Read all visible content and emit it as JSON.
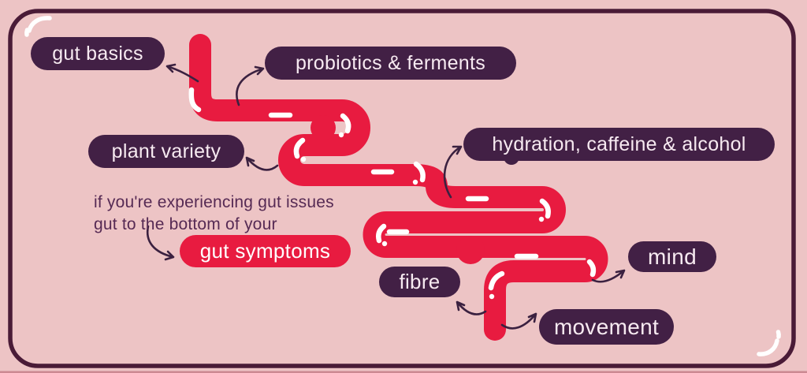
{
  "figure": {
    "type": "gut health infographic",
    "illustration": "winding digestive tract"
  },
  "labels": {
    "gut_basics": "gut basics",
    "probiotics": "probiotics & ferments",
    "plant_variety": "plant variety",
    "hydration": "hydration, caffeine & alcohol",
    "gut_symptoms": "gut symptoms",
    "fibre": "fibre",
    "mind": "mind",
    "movement": "movement"
  },
  "note": {
    "line1": "if you're experiencing gut issues",
    "line2": "gut to the bottom of your"
  },
  "colors": {
    "background": "#edc4c5",
    "border": "#4a1b37",
    "pill_dark": "#422045",
    "pill_text": "#f7eaf1",
    "gut_red": "#e81b40",
    "note_text": "#562a54",
    "arrow": "#3b2140",
    "highlight": "#ffffff"
  },
  "icons": {
    "top_left": "sparkle-arc",
    "bottom_right": "sparkle-arc"
  }
}
